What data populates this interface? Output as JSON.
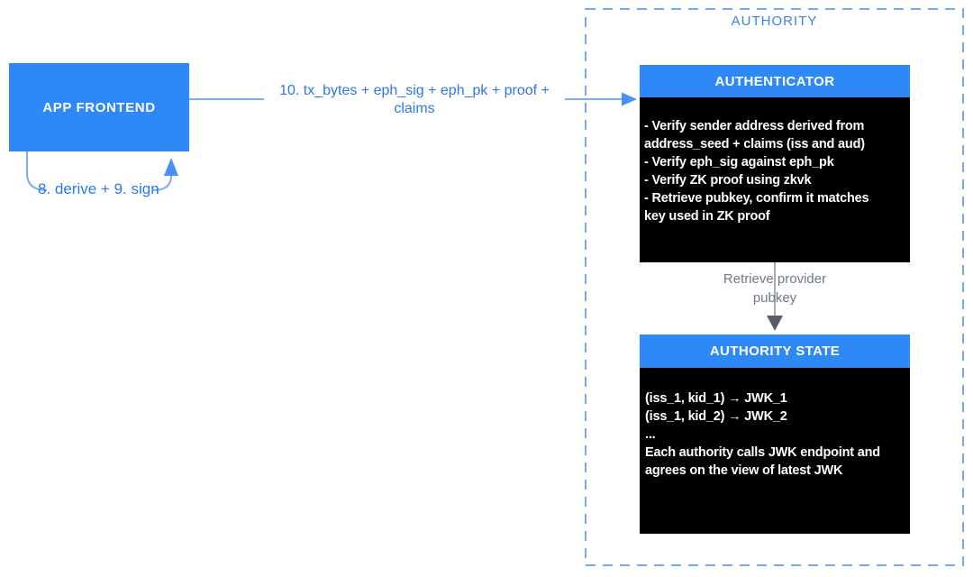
{
  "colors": {
    "box-blue": "#2E89F7",
    "panel-black": "#000000",
    "arrow-blue": "#7FACF2",
    "arrowhead-blue": "#4890F4",
    "dash-blue": "#74A8F0",
    "label-blue": "#2B78E6",
    "authority-label-blue": "#3B82E8",
    "gray-text": "#6F7987",
    "gray-line": "#A6ABB3",
    "gray-arrowhead": "#565D67"
  },
  "container": {
    "authority_label": "AUTHORITY"
  },
  "nodes": {
    "app_frontend": {
      "title": "APP FRONTEND"
    },
    "authenticator": {
      "title": "AUTHENTICATOR",
      "body": "- Verify sender address derived from\naddress_seed + claims (iss and aud)\n- Verify eph_sig against eph_pk\n- Verify ZK proof using zkvk\n- Retrieve pubkey, confirm it matches\nkey used in ZK proof"
    },
    "authority_state": {
      "title": "AUTHORITY STATE",
      "body": "(iss_1, kid_1) → JWK_1\n(iss_1, kid_2) → JWK_2\n...\nEach authority calls JWK endpoint and\nagrees on the view of latest JWK"
    }
  },
  "edges": {
    "frontend_to_authenticator": {
      "label": "10. tx_bytes + eph_sig + eph_pk + proof +\nclaims"
    },
    "derive_sign_loop": {
      "label": "8. derive + 9. sign"
    },
    "retrieve_pubkey": {
      "label": "Retrieve provider\npubkey"
    }
  }
}
